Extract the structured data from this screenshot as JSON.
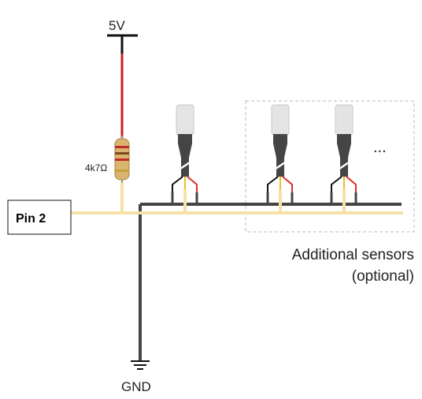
{
  "supply": {
    "label": "5V"
  },
  "ground": {
    "label": "GND"
  },
  "resistor": {
    "label": "4k7Ω"
  },
  "pin": {
    "label": "Pin 2"
  },
  "optional_group": {
    "line1": "Additional sensors",
    "line2": "(optional)",
    "more": "..."
  },
  "colors": {
    "data_wire": "#f5e2a8",
    "gnd_wire": "#444444",
    "supply_wire": "#cc1f1f",
    "sensor_body": "#454545",
    "sensor_cap": "#e4e4e4",
    "lead_red": "#d83030",
    "lead_yellow": "#e8c020",
    "lead_black": "#111111",
    "resistor_body": "#d9b46e",
    "dashed_box": "#bbbbbb"
  },
  "sensors": [
    {
      "name": "sensor-1",
      "optional": false
    },
    {
      "name": "sensor-2",
      "optional": true
    },
    {
      "name": "sensor-3",
      "optional": true
    }
  ]
}
